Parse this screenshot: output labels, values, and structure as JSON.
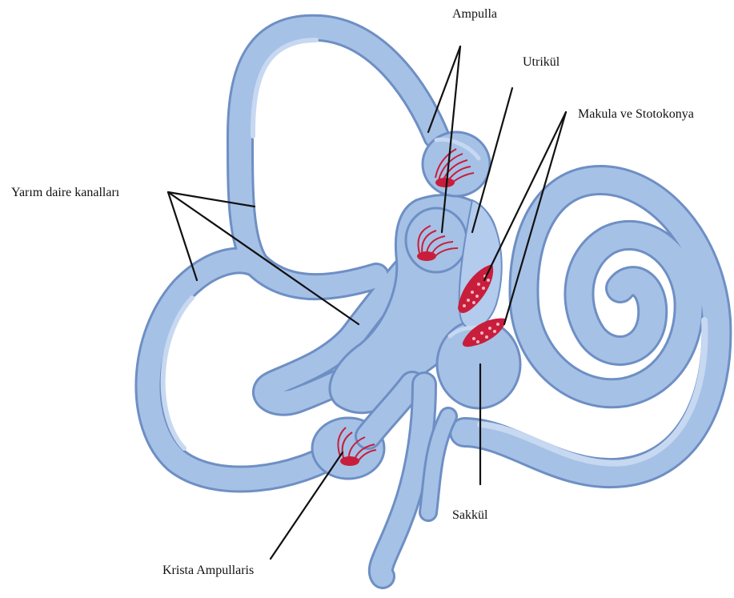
{
  "labels": {
    "ampulla": "Ampulla",
    "utrikul": "Utrikül",
    "makula": "Makula ve Stotokonya",
    "yarim_daire": "Yarım daire kanalları",
    "sakkul": "Sakkül",
    "krista": "Krista Ampullaris"
  },
  "colors": {
    "canal_fill": "#a6c1e6",
    "canal_stroke": "#6e8fc4",
    "canal_light": "#c7d8f1",
    "crista_red": "#c81e3c",
    "leader_line": "#111111",
    "background": "#ffffff"
  }
}
